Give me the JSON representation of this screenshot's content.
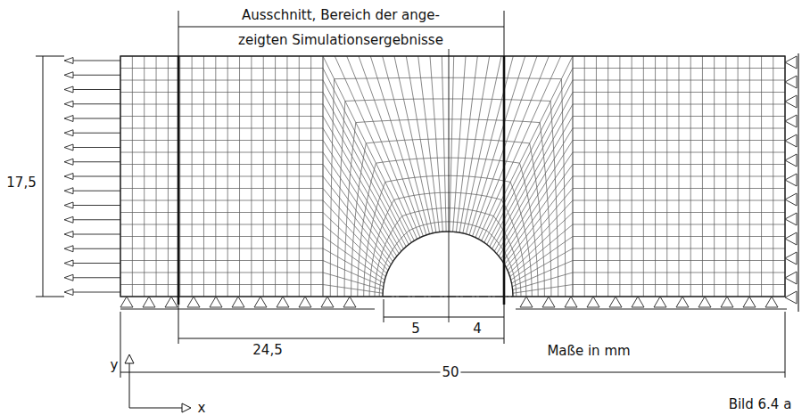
{
  "diagram": {
    "labels": [
      "Ausschnitt, Bereich der ange-",
      "zeigten Simulationsergebnisse",
      "17,5",
      "5",
      "4",
      "24,5",
      "Maße in mm",
      "50",
      "y",
      "x",
      "Bild 6.4 a"
    ]
  }
}
